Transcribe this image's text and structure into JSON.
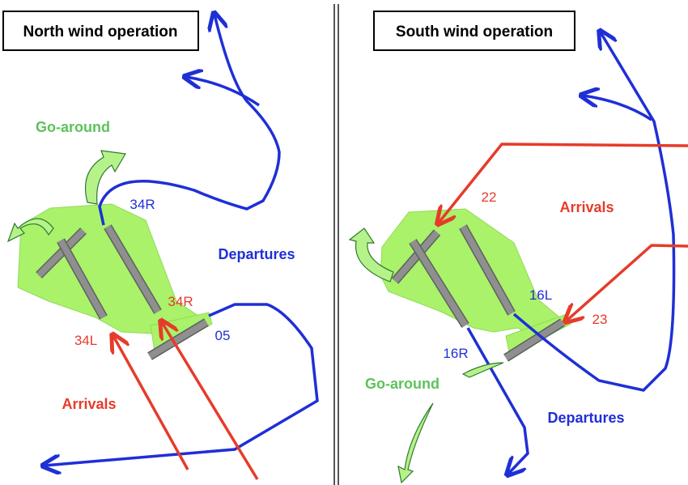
{
  "colors": {
    "airport_fill": "#a9f26a",
    "airport_stroke": "#93d95a",
    "runway_fill": "#8f8f8f",
    "runway_stroke": "#5f5f5f",
    "departure": "#1f2fd6",
    "arrival": "#e63b2b",
    "goaround": "#5cc35a",
    "goaround_arrow_fill": "#b6f28a",
    "goaround_arrow_stroke": "#2f7a2f",
    "divider": "#555555"
  },
  "north": {
    "title": "North wind operation",
    "go_around": "Go-around",
    "departures": "Departures",
    "arrivals": "Arrivals",
    "rwy_34r_top": "34R",
    "rwy_34r": "34R",
    "rwy_34l": "34L",
    "rwy_05": "05"
  },
  "south": {
    "title": "South  wind operation",
    "arrivals": "Arrivals",
    "go_around": "Go-around",
    "departures": "Departures",
    "rwy_22": "22",
    "rwy_16l": "16L",
    "rwy_23": "23",
    "rwy_16r": "16R"
  }
}
